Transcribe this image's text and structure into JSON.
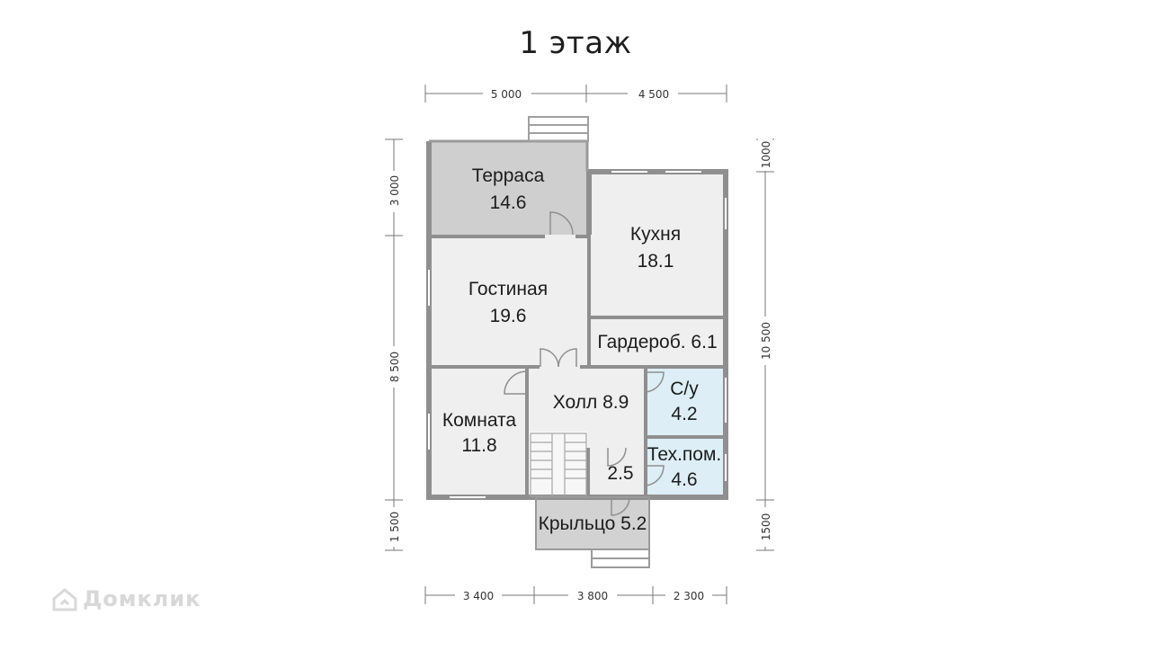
{
  "title": "1 этаж",
  "rooms": {
    "terrace": {
      "name": "Терраса",
      "area": "14.6"
    },
    "kitchen": {
      "name": "Кухня",
      "area": "18.1"
    },
    "living": {
      "name": "Гостиная",
      "area": "19.6"
    },
    "wardrobe": {
      "label": "Гардероб. 6.1"
    },
    "hall": {
      "label": "Холл 8.9"
    },
    "bathroom": {
      "name": "С/у",
      "area": "4.2"
    },
    "room": {
      "name": "Комната",
      "area": "11.8"
    },
    "tech": {
      "name": "Тех.пом.",
      "area": "4.6"
    },
    "corridor": {
      "area": "2.5"
    },
    "porch": {
      "label": "Крыльцо 5.2"
    }
  },
  "dimensions": {
    "top": [
      "5 000",
      "4 500"
    ],
    "bottom": [
      "3 400",
      "3 800",
      "2 300"
    ],
    "left": [
      "3 000",
      "8 500",
      "1 500"
    ],
    "right": [
      "1000",
      "10 500",
      "1500"
    ]
  },
  "colors": {
    "wall": "#8f8f8f",
    "floor": "#efefef",
    "terrace": "#cfcfcf",
    "porch": "#d2d2d2",
    "wet_room": "#ddeef6"
  },
  "watermark": "Домклик"
}
